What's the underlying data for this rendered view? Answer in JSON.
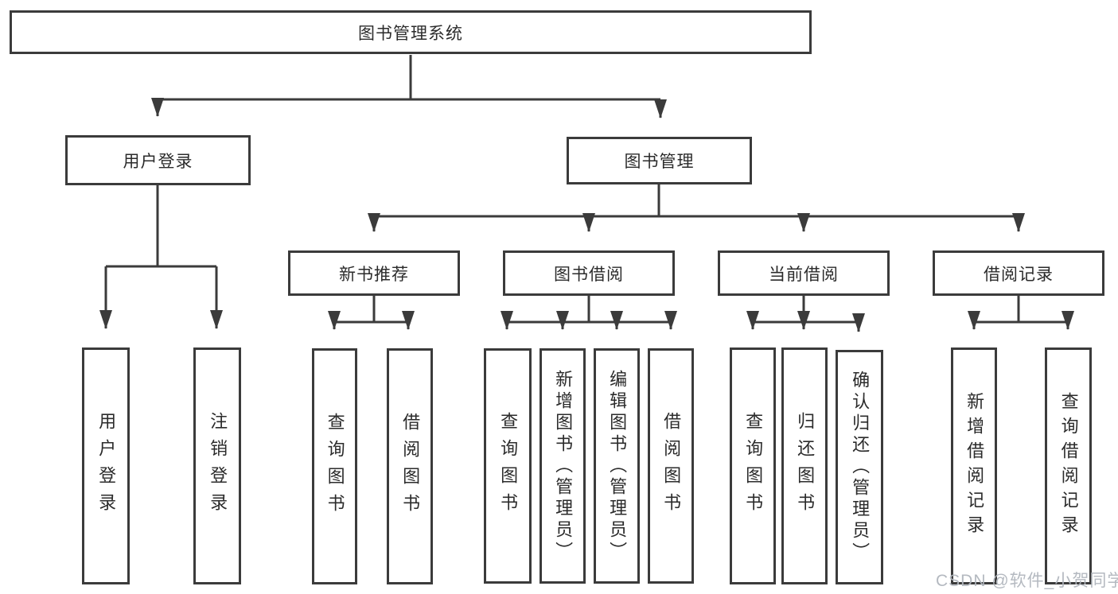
{
  "diagram": {
    "type": "hierarchy-tree",
    "root": {
      "label": "图书管理系统"
    },
    "user_login": {
      "label": "用户登录",
      "children": [
        {
          "label": "用户登录"
        },
        {
          "label": "注销登录"
        }
      ]
    },
    "book_mgmt": {
      "label": "图书管理"
    },
    "new_book": {
      "label": "新书推荐",
      "children": [
        {
          "label": "查询图书"
        },
        {
          "label": "借阅图书"
        }
      ]
    },
    "borrow": {
      "label": "图书借阅",
      "children": [
        {
          "label": "查询图书"
        },
        {
          "label": "新增图书（管理员）"
        },
        {
          "label": "编辑图书（管理员）"
        },
        {
          "label": "借阅图书"
        }
      ]
    },
    "current": {
      "label": "当前借阅",
      "children": [
        {
          "label": "查询图书"
        },
        {
          "label": "归还图书"
        },
        {
          "label": "确认归还（管理员）"
        }
      ]
    },
    "records": {
      "label": "借阅记录",
      "children": [
        {
          "label": "新增借阅记录"
        },
        {
          "label": "查询借阅记录"
        }
      ]
    }
  },
  "colors": {
    "line": "#3b3b3b",
    "text": "#2b2b2b",
    "background": "#ffffff",
    "watermark": "#b0b5bd"
  },
  "watermark": {
    "text": "CSDN @软件_小贺同学"
  }
}
